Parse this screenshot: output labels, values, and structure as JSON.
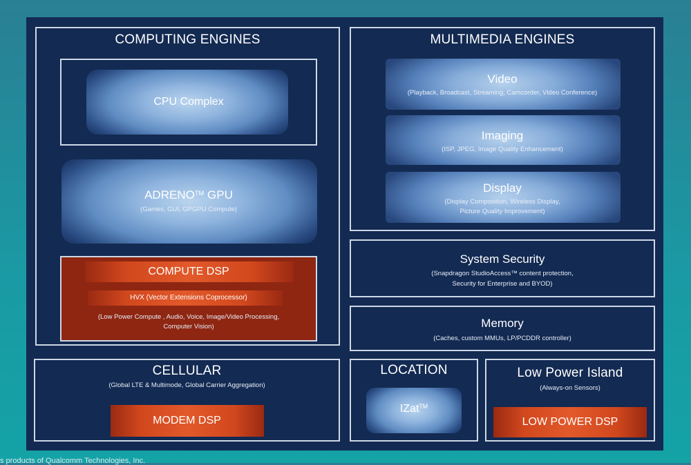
{
  "computing": {
    "title": "COMPUTING ENGINES",
    "cpu": "CPU Complex",
    "gpu_name": "ADRENO",
    "gpu_tm": "TM",
    "gpu_suffix": " GPU",
    "gpu_sub": "(Games, GUI, GPGPU Compute)",
    "dsp_title": "COMPUTE DSP",
    "hvx": "HVX (Vector Extensions Coprocessor)",
    "dsp_sub1": "(Low Power Compute , Audio, Voice, Image/Video  Processing,",
    "dsp_sub2": "Computer  Vision)"
  },
  "multimedia": {
    "title": "MULTIMEDIA ENGINES",
    "video": "Video",
    "video_sub": "(Playback, Broadcast, Streaming, Camcorder, Video Conference)",
    "imaging": "Imaging",
    "imaging_sub": "(ISP,  JPEG, Image Quality Enhancement)",
    "display": "Display",
    "display_sub1": "(Display Composition,   Wireless Display,",
    "display_sub2": "Picture Quality Improvement)"
  },
  "security": {
    "title": "System Security",
    "sub1": "(Snapdragon StudioAccess™  content protection,",
    "sub2": "Security  for Enterprise  and BYOD)"
  },
  "memory": {
    "title": "Memory",
    "sub": "(Caches, custom MMUs, LP/PCDDR  controller)"
  },
  "cellular": {
    "title": "CELLULAR",
    "sub": "(Global LTE & Multimode,  Global Carrier Aggregation)",
    "modem": "MODEM DSP"
  },
  "location": {
    "title": "LOCATION",
    "izat": "IZat",
    "izat_tm": "TM"
  },
  "lowpower": {
    "title": "Low Power Island",
    "sub": "(Always-on Sensors)",
    "dsp": "LOW POWER DSP"
  },
  "footer": "s products of  Qualcomm  Technologies,  Inc."
}
